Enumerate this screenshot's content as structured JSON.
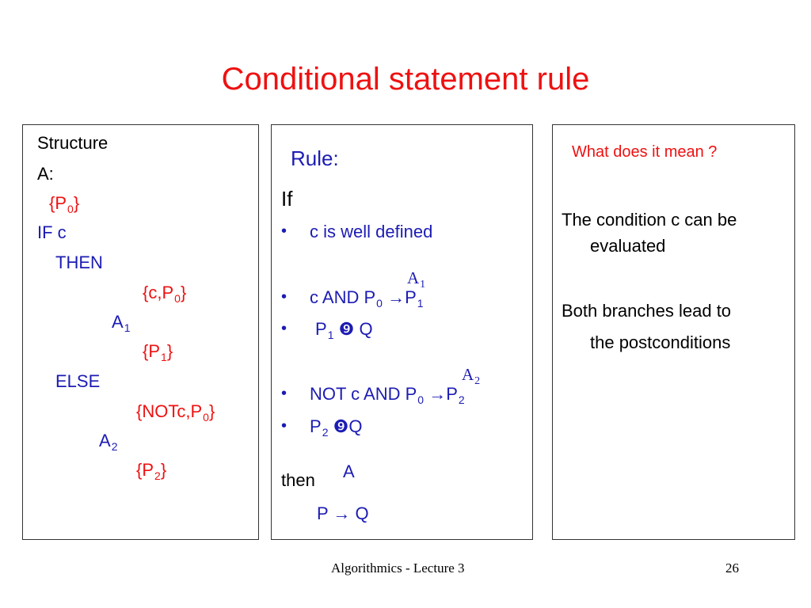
{
  "title": "Conditional statement rule",
  "structure": {
    "heading": "Structure",
    "a_label": "A:",
    "p0_open": "{P",
    "p0_sub": "0",
    "p0_close": "}",
    "if_c": "IF c",
    "then": "THEN",
    "cp0_open": "{c,P",
    "cp0_sub": "0",
    "cp0_close": "}",
    "a1": "A",
    "a1_sub": "1",
    "p1_open": "{P",
    "p1_sub": "1",
    "p1_close": "}",
    "else": "ELSE",
    "notc_open": "{NOTc,P",
    "notc_sub": "0",
    "notc_close": "}",
    "a2": "A",
    "a2_sub": "2",
    "p2_open": "{P",
    "p2_sub": "2",
    "p2_close": "}"
  },
  "rule": {
    "heading": "Rule:",
    "if": "If",
    "bullet": "•",
    "item1": "c is well defined",
    "a1_over": "A",
    "a1_over_sub": "1",
    "item2_text": "c AND P",
    "item2_sub0": "0",
    "item2_arrow": "→",
    "item2_p": "P",
    "item2_sub1": "1",
    "item3_p": "P",
    "item3_sub": "1",
    "item3_sym": "❾",
    "item3_q": "Q",
    "a2_over": "A",
    "a2_over_sub": "2",
    "item4_text": "NOT c AND P",
    "item4_sub0": "0",
    "item4_arrow": "→",
    "item4_p": "P",
    "item4_sub2": "2",
    "item5_p": "P",
    "item5_sub": "2",
    "item5_sym": "❾",
    "item5_q": "Q",
    "then": "then",
    "a_over": "A",
    "conclusion": "P → Q"
  },
  "meaning": {
    "heading": "What does it mean ?",
    "line1a": "The condition c can be",
    "line1b": "evaluated",
    "line2a": "Both branches lead to",
    "line2b": "the postconditions"
  },
  "footer": {
    "lecture": "Algorithmics - Lecture 3",
    "page": "26"
  }
}
